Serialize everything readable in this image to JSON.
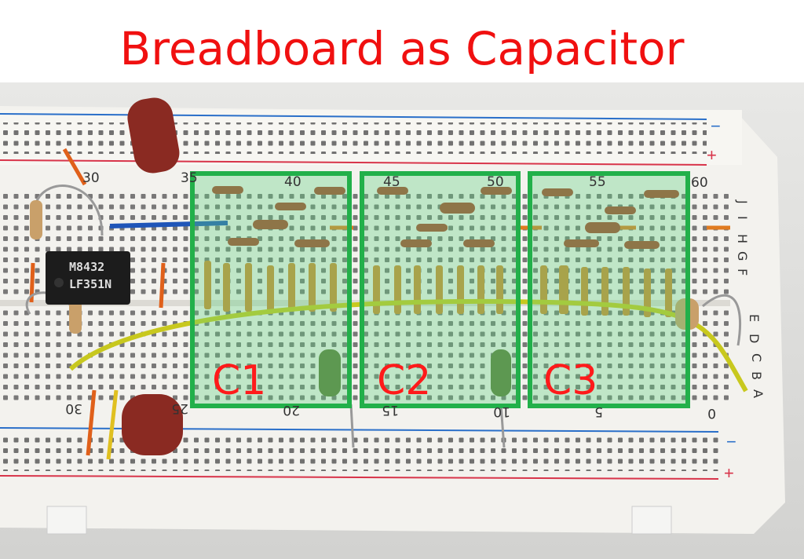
{
  "title": "Breadboard as Capacitor",
  "regions": [
    {
      "label": "C1"
    },
    {
      "label": "C2"
    },
    {
      "label": "C3"
    }
  ],
  "chip": {
    "line1": "M8432",
    "line2": "LF351N"
  },
  "top_column_numbers": [
    "30",
    "35",
    "40",
    "45",
    "50",
    "55",
    "60"
  ],
  "bottom_column_numbers": [
    "30",
    "25",
    "20",
    "15",
    "10",
    "5",
    "0"
  ],
  "row_letters_top": [
    "J",
    "I",
    "H",
    "G",
    "F"
  ],
  "row_letters_bottom": [
    "E",
    "D",
    "C",
    "B",
    "A"
  ],
  "rail_signs": {
    "minus": "−",
    "plus": "+"
  },
  "colors": {
    "title": "#f01010",
    "region_box": "#22b04a",
    "region_fill": "#7fdc9a",
    "label": "#ff1a1a"
  }
}
